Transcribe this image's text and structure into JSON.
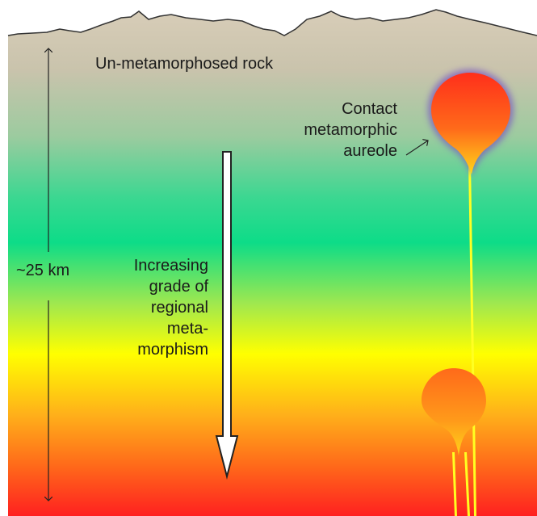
{
  "labels": {
    "unmetamorphosed": "Un-metamorphosed rock",
    "contact_aureole": [
      "Contact",
      "metamorphic",
      "aureole"
    ],
    "depth": "~25 km",
    "regional_grade": [
      "Increasing",
      "grade of",
      "regional",
      "meta-",
      "morphism"
    ]
  },
  "colors": {
    "surface_rock": "#d7ccb6",
    "shallow": "#c8c6ae",
    "mid_green": "#12d98c",
    "yellow": "#ffff00",
    "orange": "#ff8a1a",
    "deep_red": "#ff1f1f",
    "magma_top": "#ff3b1b",
    "magma_bottom": "#ffd21a",
    "aureole_glow": "#8a66c4",
    "dike": "#ffff22",
    "arrow_fill": "#ffffff",
    "arrow_stroke": "#222222"
  },
  "icons": {
    "depth_arrow": "double-headed-vertical-arrow",
    "grade_arrow": "hollow-down-arrow",
    "aureole_pointer": "small-pointer-arrow"
  }
}
